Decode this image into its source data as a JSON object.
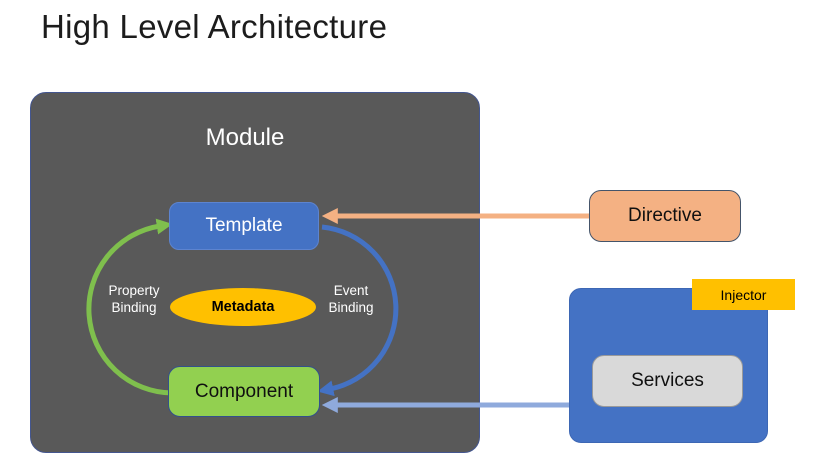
{
  "title": "High Level Architecture",
  "module": {
    "label": "Module",
    "template": {
      "label": "Template"
    },
    "component": {
      "label": "Component"
    },
    "metadata": {
      "label": "Metadata"
    },
    "property_binding": {
      "line1": "Property",
      "line2": "Binding"
    },
    "event_binding": {
      "line1": "Event",
      "line2": "Binding"
    }
  },
  "directive": {
    "label": "Directive"
  },
  "injector_group": {
    "injector": {
      "label": "Injector"
    },
    "services": {
      "label": "Services"
    }
  },
  "arrows": [
    {
      "name": "property-binding-flow",
      "from": "Component",
      "to": "Template",
      "color": "#7FBF4D"
    },
    {
      "name": "event-binding-flow",
      "from": "Template",
      "to": "Component",
      "color": "#4472C4"
    },
    {
      "name": "directive-to-template",
      "from": "Directive",
      "to": "Template",
      "color": "#F4B183"
    },
    {
      "name": "services-to-component",
      "from": "Services",
      "to": "Component",
      "color": "#8FAADC"
    }
  ],
  "colors": {
    "module_bg": "#595959",
    "primary_blue": "#4472C4",
    "component_green": "#92D050",
    "green_arc": "#7FBF4D",
    "gold": "#FFC000",
    "peach": "#F4B183",
    "steel_blue": "#8FAADC",
    "services_gray": "#D9D9D9"
  }
}
